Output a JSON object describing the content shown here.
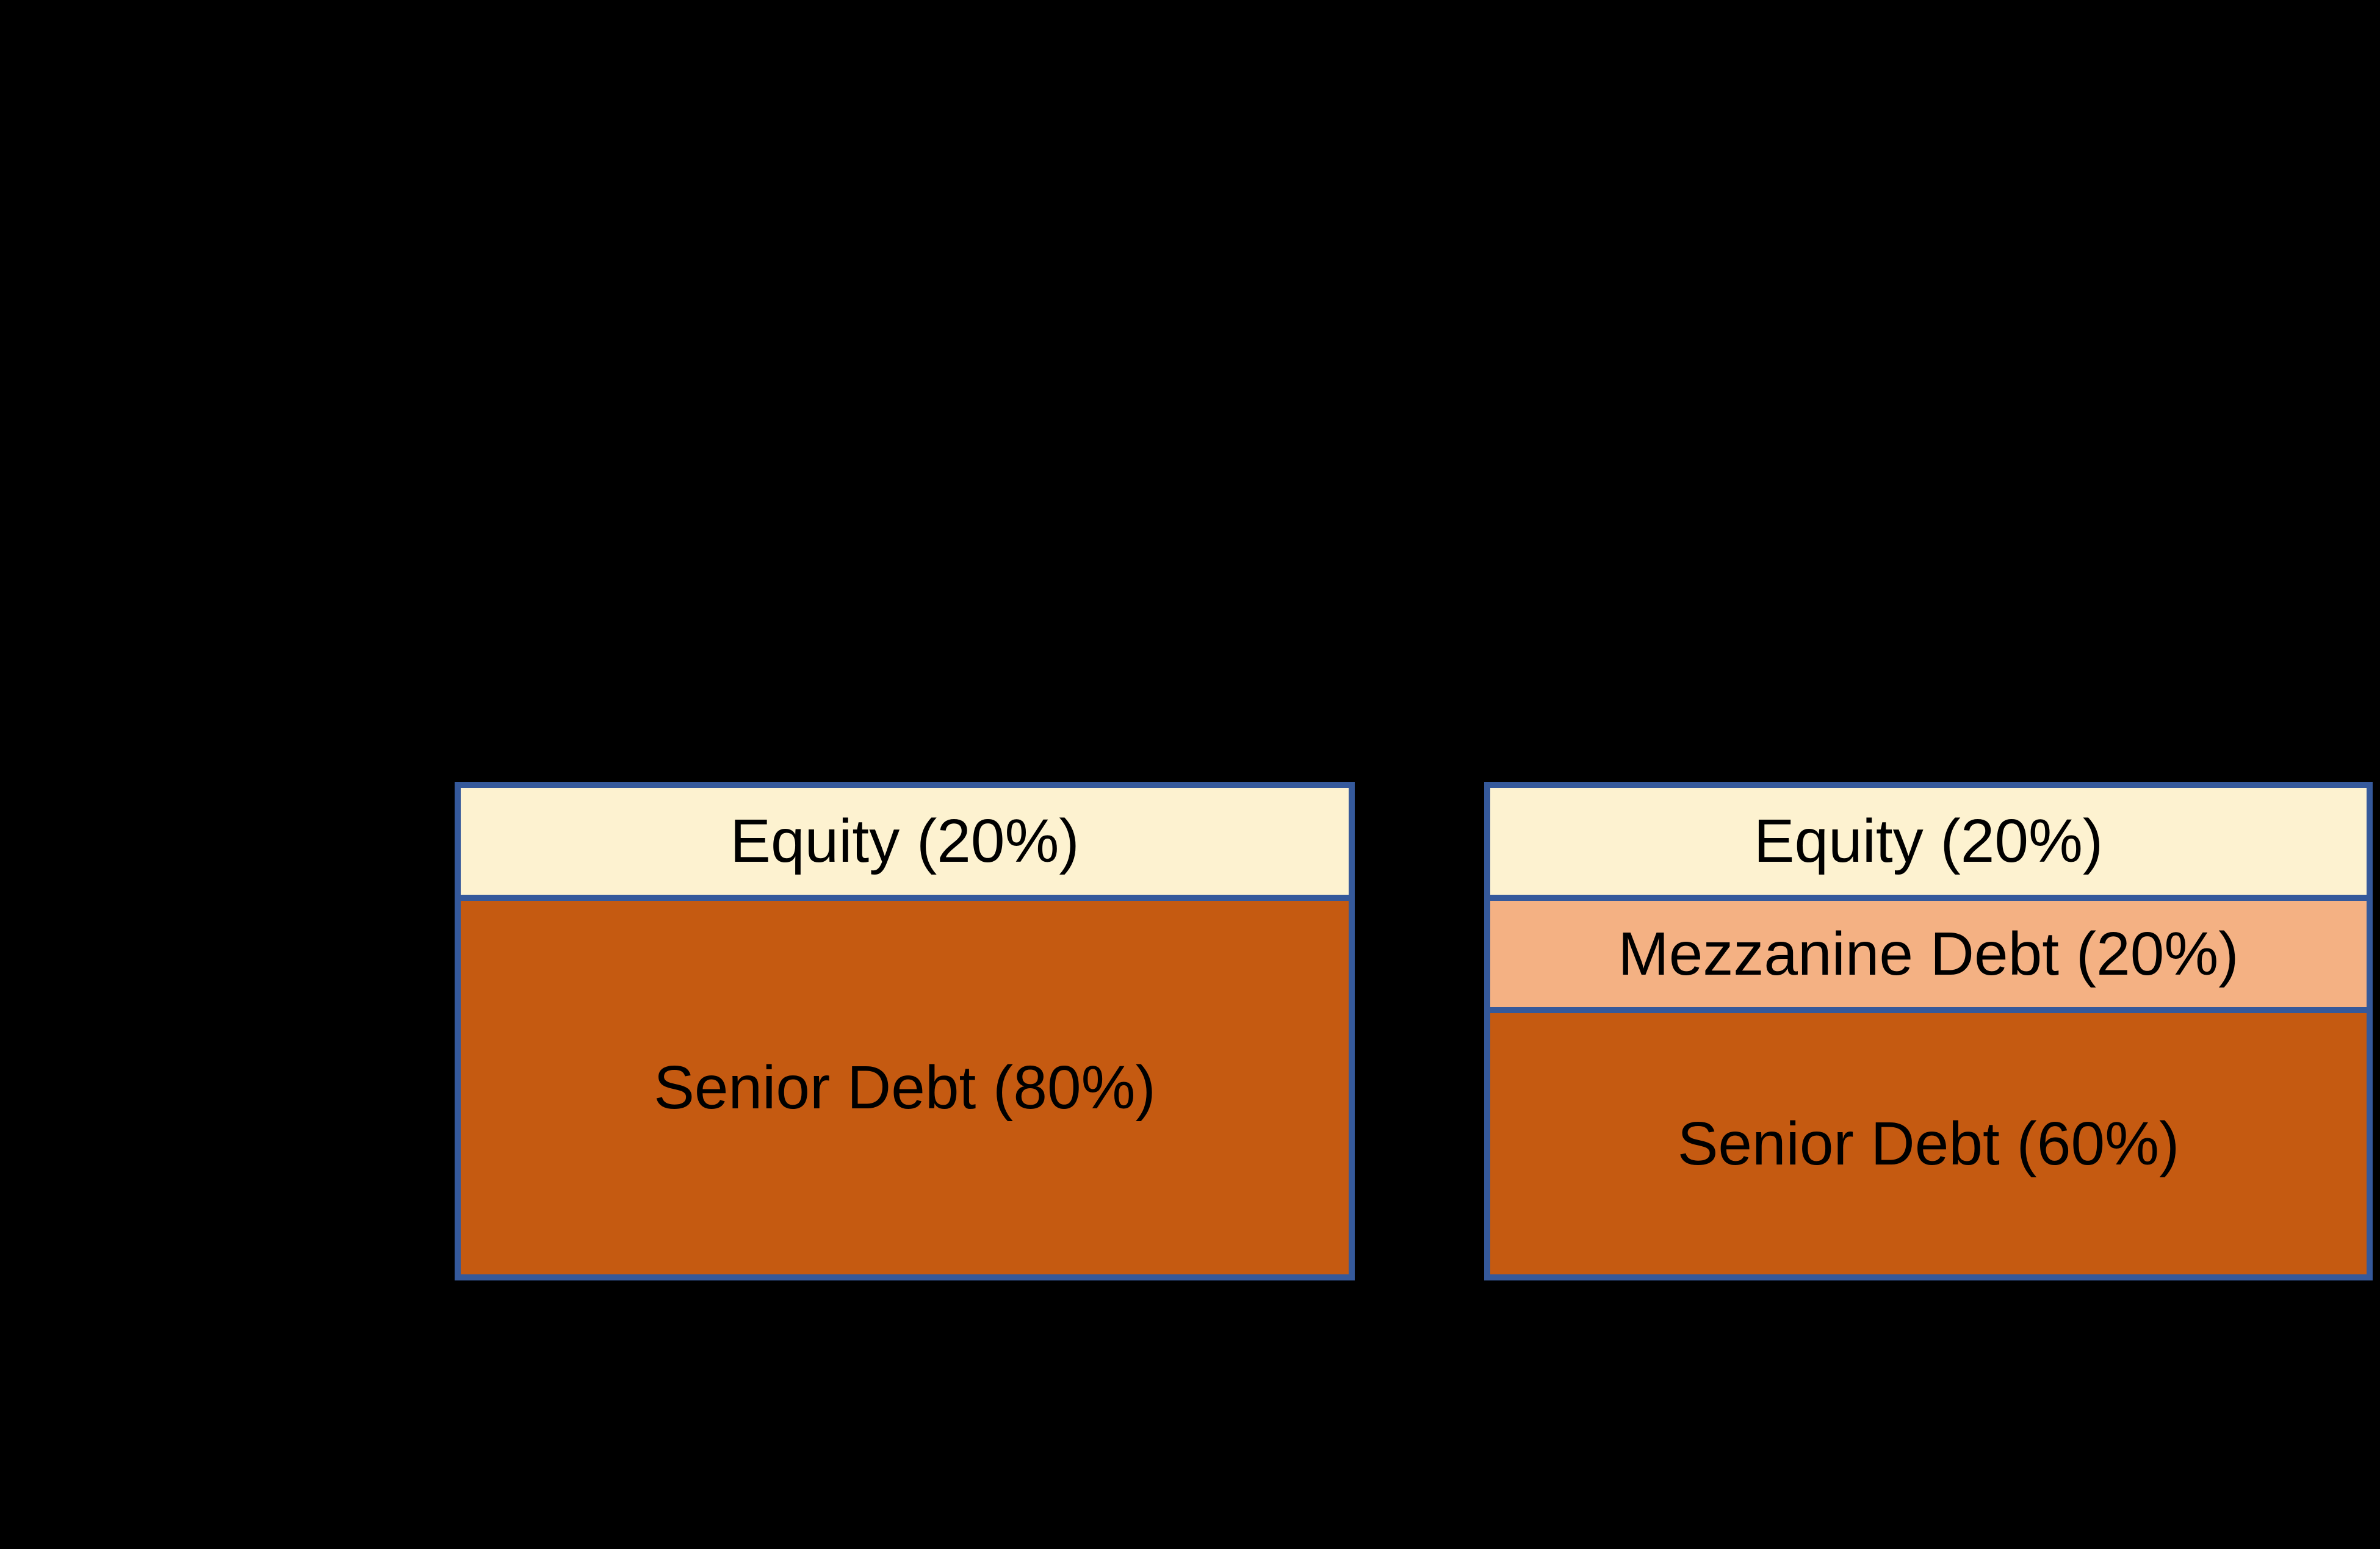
{
  "page": {
    "background": "#000000"
  },
  "style": {
    "border_color": "#35599B",
    "label_color": "#000000",
    "equity_fill": "#FDF2D0",
    "mezzanine_fill": "#F4B183",
    "senior_fill": "#C55A11"
  },
  "chart_data": {
    "type": "bar",
    "subtype": "100%-stacked-capital-structure-comparison",
    "title": "",
    "legend": "none",
    "background": "#000000",
    "charts": [
      {
        "name": "capital-structure-without-mezzanine",
        "segments": [
          {
            "name": "equity-segment",
            "label": "Equity (20%)",
            "value_pct": 20,
            "color": "#FDF2D0",
            "height_frac": 0.222
          },
          {
            "name": "senior-debt-segment",
            "label": "Senior Debt (80%)",
            "value_pct": 80,
            "color": "#C55A11",
            "height_frac": 0.778
          }
        ]
      },
      {
        "name": "capital-structure-with-mezzanine",
        "segments": [
          {
            "name": "equity-segment",
            "label": "Equity (20%)",
            "value_pct": 20,
            "color": "#FDF2D0",
            "height_frac": 0.225
          },
          {
            "name": "mezzanine-debt-segment",
            "label": "Mezzanine Debt (20%)",
            "value_pct": 20,
            "color": "#F4B183",
            "height_frac": 0.224
          },
          {
            "name": "senior-debt-segment",
            "label": "Senior Debt (60%)",
            "value_pct": 60,
            "color": "#C55A11",
            "height_frac": 0.551
          }
        ]
      }
    ]
  }
}
